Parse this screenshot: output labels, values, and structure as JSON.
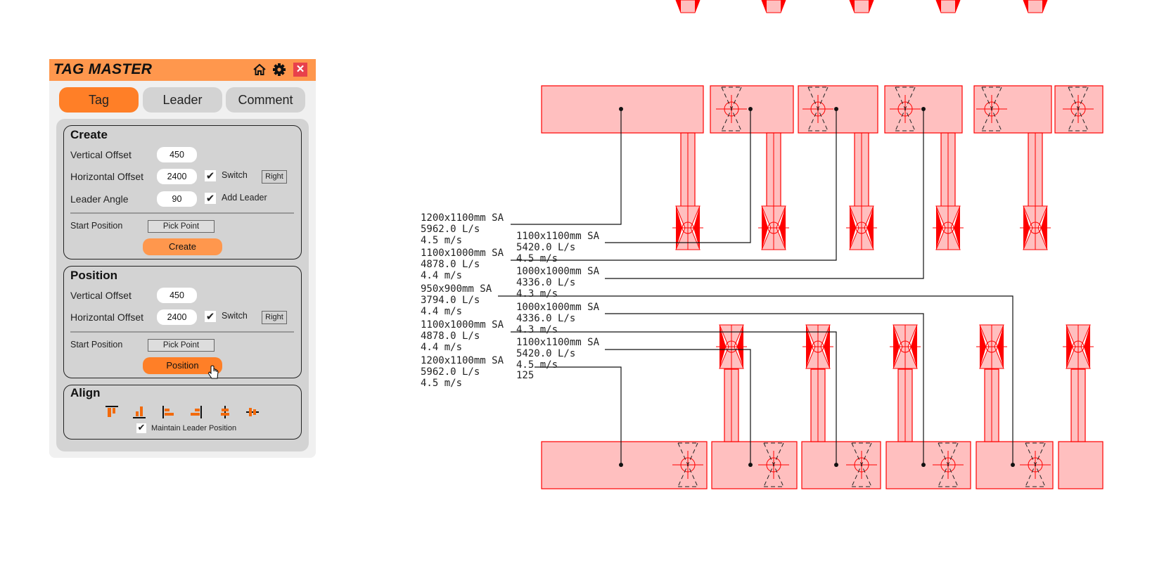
{
  "app": {
    "title": "TAG MASTER",
    "close_label": "✕"
  },
  "tabs": [
    {
      "label": "Tag"
    },
    {
      "label": "Leader"
    },
    {
      "label": "Comment"
    }
  ],
  "create": {
    "title": "Create",
    "vertical_offset_label": "Vertical Offset",
    "vertical_offset": "450",
    "horizontal_offset_label": "Horizontal Offset",
    "horizontal_offset": "2400",
    "switch_label": "Switch",
    "switch_checked": true,
    "direction": "Right",
    "leader_angle_label": "Leader Angle",
    "leader_angle": "90",
    "add_leader_label": "Add Leader",
    "add_leader_checked": true,
    "start_position_label": "Start Position",
    "pick_point": "Pick Point",
    "button": "Create"
  },
  "position": {
    "title": "Position",
    "vertical_offset_label": "Vertical Offset",
    "vertical_offset": "450",
    "horizontal_offset_label": "Horizontal Offset",
    "horizontal_offset": "2400",
    "switch_label": "Switch",
    "switch_checked": true,
    "direction": "Right",
    "start_position_label": "Start Position",
    "pick_point": "Pick Point",
    "button": "Position"
  },
  "align": {
    "title": "Align",
    "icons": [
      "align-top-icon",
      "align-bottom-icon",
      "align-left-icon",
      "align-right-icon",
      "align-center-horizontal-icon",
      "align-center-vertical-icon"
    ],
    "maintain_label": "Maintain Leader Position",
    "maintain_checked": true
  },
  "colors": {
    "accent": "#FF7F27",
    "header": "#FF974D",
    "duct_fill": "#FFBFBF",
    "duct_line": "#FF0000"
  },
  "drawing": {
    "tags_left": [
      [
        "1200x1100mm SA",
        "5962.0 L/s",
        "4.5 m/s"
      ],
      [
        "1100x1000mm SA",
        "4878.0 L/s",
        "4.4 m/s"
      ],
      [
        "950x900mm SA",
        "3794.0 L/s",
        "4.4 m/s"
      ],
      [
        "1100x1000mm SA",
        "4878.0 L/s",
        "4.4 m/s"
      ],
      [
        "1200x1100mm SA",
        "5962.0 L/s",
        "4.5 m/s"
      ]
    ],
    "tags_right": [
      [
        "1100x1100mm SA",
        "5420.0 L/s",
        "4.5 m/s"
      ],
      [
        "1000x1000mm SA",
        "4336.0 L/s",
        "4.3 m/s"
      ],
      [
        "1000x1000mm SA",
        "4336.0 L/s",
        "4.3 m/s"
      ],
      [
        "1100x1100mm SA",
        "5420.0 L/s",
        "4.5 m/s"
      ]
    ],
    "overlap_text": "125"
  }
}
